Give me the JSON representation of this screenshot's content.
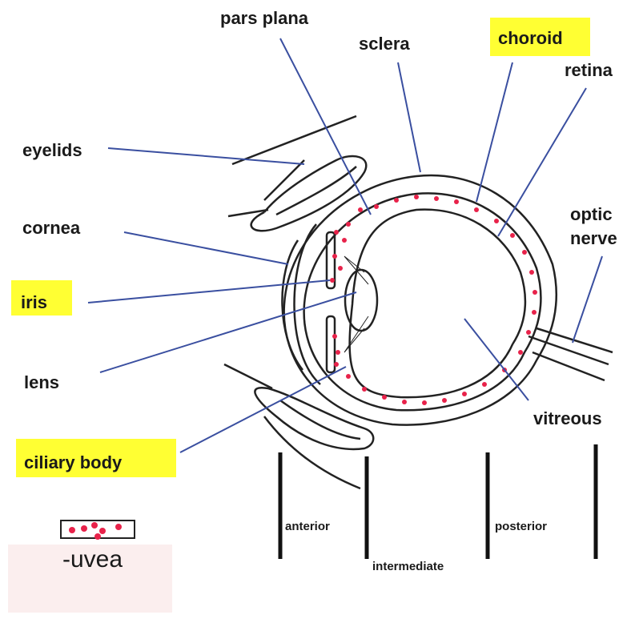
{
  "labels": {
    "pars_plana": "pars plana",
    "sclera": "sclera",
    "choroid": "choroid",
    "retina": "retina",
    "eyelids": "eyelids",
    "optic_line1": "optic",
    "optic_line2": "nerve",
    "cornea": "cornea",
    "iris": "iris",
    "lens": "lens",
    "vitreous": "vitreous",
    "ciliary_body": "ciliary body"
  },
  "regions": {
    "anterior": "anterior",
    "intermediate": "intermediate",
    "posterior": "posterior"
  },
  "legend": {
    "uvea": "-uvea"
  },
  "colors": {
    "highlight": "#ffff33",
    "uvea_dot": "#e8224a",
    "pointer": "#3a4fa0",
    "outline": "#222222"
  }
}
